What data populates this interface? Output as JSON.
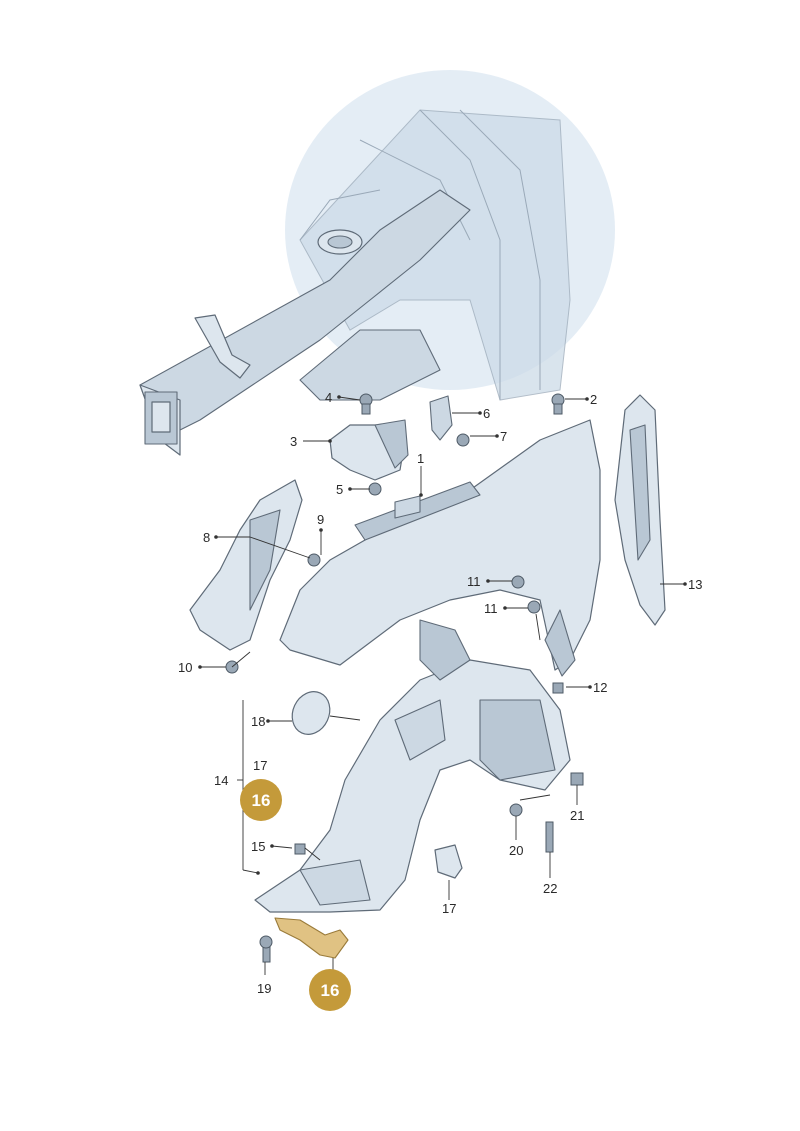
{
  "diagram": {
    "callouts": [
      "1",
      "2",
      "3",
      "4",
      "5",
      "6",
      "7",
      "8",
      "9",
      "10",
      "11",
      "11",
      "12",
      "13",
      "14",
      "15",
      "17",
      "17",
      "18",
      "19",
      "20",
      "21",
      "22"
    ],
    "highlighted_callouts": [
      "16",
      "16"
    ],
    "colors": {
      "highlight": "#c49a3a",
      "highlighted_part": "#e0c283",
      "part_fill": "#dde6ee",
      "body_ghost": "#cddbe8"
    }
  }
}
